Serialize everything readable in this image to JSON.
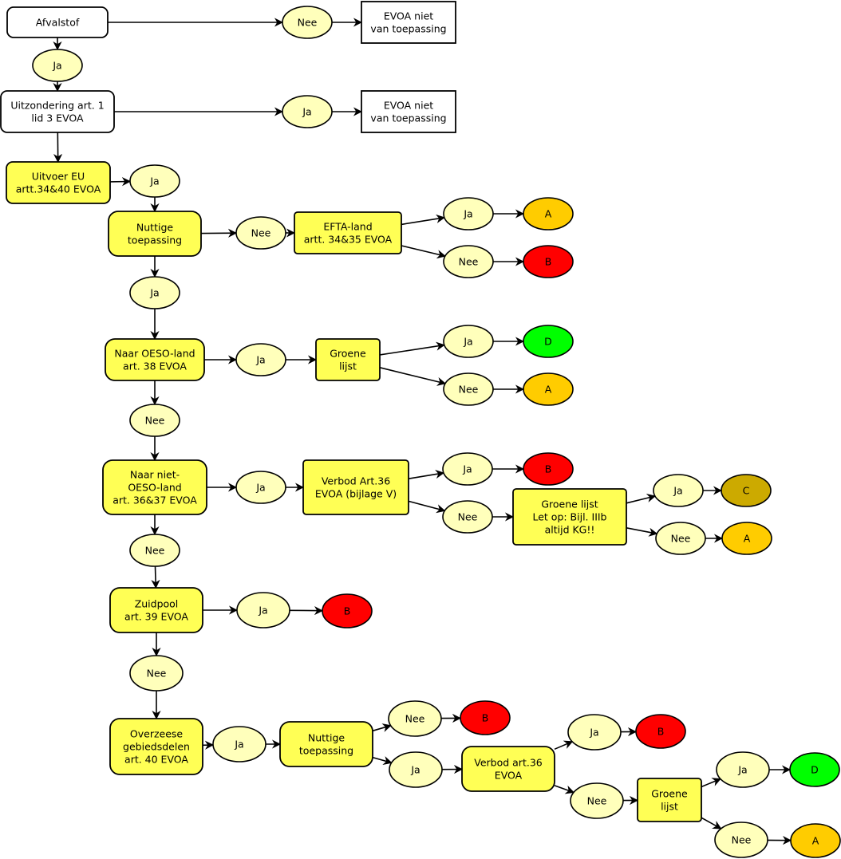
{
  "colors": {
    "white": "#ffffff",
    "box_yellow": "#ffff55",
    "choice_fill": "#ffffbb",
    "A": "#ffcc00",
    "B": "#ff0000",
    "C": "#ccaa00",
    "D": "#00ff00"
  },
  "nodes": {
    "afvalstof": "Afvalstof",
    "ja1": "Ja",
    "nee1": "Nee",
    "evoa_na_1": [
      "EVOA niet",
      "van toepassing"
    ],
    "uitzondering": [
      "Uitzondering art. 1",
      "lid 3 EVOA"
    ],
    "ja2": "Ja",
    "evoa_na_2": [
      "EVOA niet",
      "van toepassing"
    ],
    "uitvoer_eu": [
      "Uitvoer EU",
      "artt.34&40 EVOA"
    ],
    "ja3": "Ja",
    "nuttige1": [
      "Nuttige",
      "toepassing"
    ],
    "nee_n1": "Nee",
    "efta": [
      "EFTA-land",
      "artt. 34&35 EVOA"
    ],
    "ja_efta": "Ja",
    "res_efta_ja": "A",
    "nee_efta": "Nee",
    "res_efta_nee": "B",
    "ja_n1": "Ja",
    "oeso": [
      "Naar OESO-land",
      "art. 38 EVOA"
    ],
    "ja_oeso": "Ja",
    "groene1": [
      "Groene",
      "lijst"
    ],
    "ja_g1": "Ja",
    "res_g1_ja": "D",
    "nee_g1": "Nee",
    "res_g1_nee": "A",
    "nee_oeso": "Nee",
    "niet_oeso": [
      "Naar niet-",
      "OESO-land",
      "art. 36&37 EVOA"
    ],
    "ja_niet_oeso": "Ja",
    "verbod1": [
      "Verbod Art.36",
      "EVOA (bijlage V)"
    ],
    "ja_v1": "Ja",
    "res_v1_ja": "B",
    "nee_v1": "Nee",
    "groene2": [
      "Groene lijst",
      "Let op: Bijl. IIIb",
      "altijd KG!!"
    ],
    "ja_g2": "Ja",
    "res_g2_ja": "C",
    "nee_g2": "Nee",
    "res_g2_nee": "A",
    "nee_niet_oeso": "Nee",
    "zuidpool": [
      "Zuidpool",
      "art. 39 EVOA"
    ],
    "ja_zuid": "Ja",
    "res_zuid": "B",
    "nee_zuid": "Nee",
    "overzeese": [
      "Overzeese",
      "gebiedsdelen",
      "art. 40 EVOA"
    ],
    "ja_ov": "Ja",
    "nuttige2": [
      "Nuttige",
      "toepassing"
    ],
    "nee_n2": "Nee",
    "res_n2_nee": "B",
    "ja_n2": "Ja",
    "verbod2": [
      "Verbod art.36",
      "EVOA"
    ],
    "ja_v2": "Ja",
    "res_v2_ja": "B",
    "nee_v2": "Nee",
    "groene3": [
      "Groene",
      "lijst"
    ],
    "ja_g3": "Ja",
    "res_g3_ja": "D",
    "nee_g3": "Nee",
    "res_g3_nee": "A"
  }
}
